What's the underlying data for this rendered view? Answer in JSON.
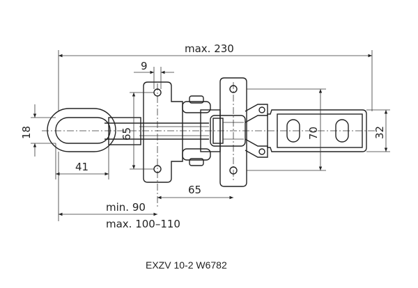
{
  "dimensions": {
    "max_230": "max. 230",
    "d9": "9",
    "d65_v": "65",
    "d18": "18",
    "d41": "41",
    "d65_h": "65",
    "d70": "70",
    "d32": "32",
    "min_90": "min. 90",
    "max_100_110": "max. 100–110"
  },
  "caption": "EXZV 10-2 W6782"
}
